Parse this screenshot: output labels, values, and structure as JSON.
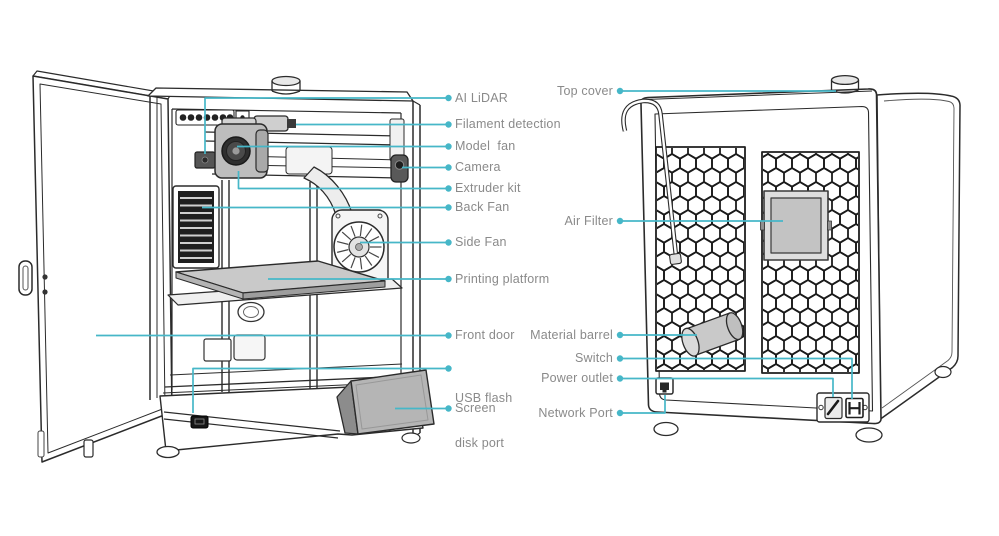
{
  "colors": {
    "accent": "#46b7c8",
    "label_text": "#8a8a8a",
    "line_art": "#2b2b2b"
  },
  "front_view_labels": [
    {
      "id": "ai-lidar",
      "text": "AI LiDAR"
    },
    {
      "id": "filament-detection",
      "text": "Filament detection"
    },
    {
      "id": "model-fan",
      "text": "Model  fan"
    },
    {
      "id": "camera",
      "text": "Camera"
    },
    {
      "id": "extruder-kit",
      "text": "Extruder kit"
    },
    {
      "id": "back-fan",
      "text": "Back Fan"
    },
    {
      "id": "side-fan",
      "text": "Side Fan"
    },
    {
      "id": "printing-platform",
      "text": "Printing platform"
    },
    {
      "id": "front-door",
      "text": "Front door"
    },
    {
      "id": "usb-flash-disk-port",
      "text": "USB flash",
      "text2": "disk port"
    },
    {
      "id": "screen",
      "text": "Screen"
    }
  ],
  "back_view_labels": [
    {
      "id": "top-cover",
      "text": "Top cover"
    },
    {
      "id": "air-filter",
      "text": "Air Filter"
    },
    {
      "id": "material-barrel",
      "text": "Material barrel"
    },
    {
      "id": "switch",
      "text": "Switch"
    },
    {
      "id": "power-outlet",
      "text": "Power outlet"
    },
    {
      "id": "network-port",
      "text": "Network Port"
    }
  ]
}
